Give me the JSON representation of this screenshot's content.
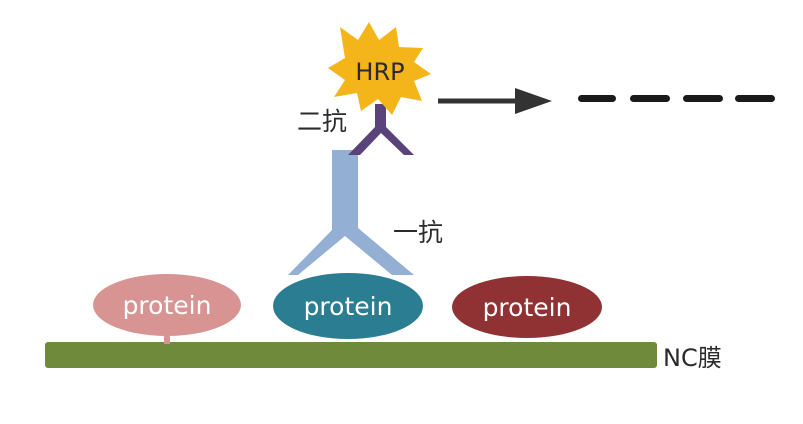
{
  "labels": {
    "hrp": "HRP",
    "secondary_antibody": "二抗",
    "primary_antibody": "一抗",
    "membrane": "NC膜"
  },
  "proteins": [
    {
      "label": "protein",
      "color": "#d89493"
    },
    {
      "label": "protein",
      "color": "#2b7d92"
    },
    {
      "label": "protein",
      "color": "#903233"
    }
  ],
  "colors": {
    "membrane": "#6e8a3a",
    "primary_antibody": "#93b0d4",
    "secondary_antibody": "#5a437a",
    "hrp": "#f4b51b",
    "arrow": "#333333",
    "bands": "#1a1a1a"
  },
  "band_count": 4
}
